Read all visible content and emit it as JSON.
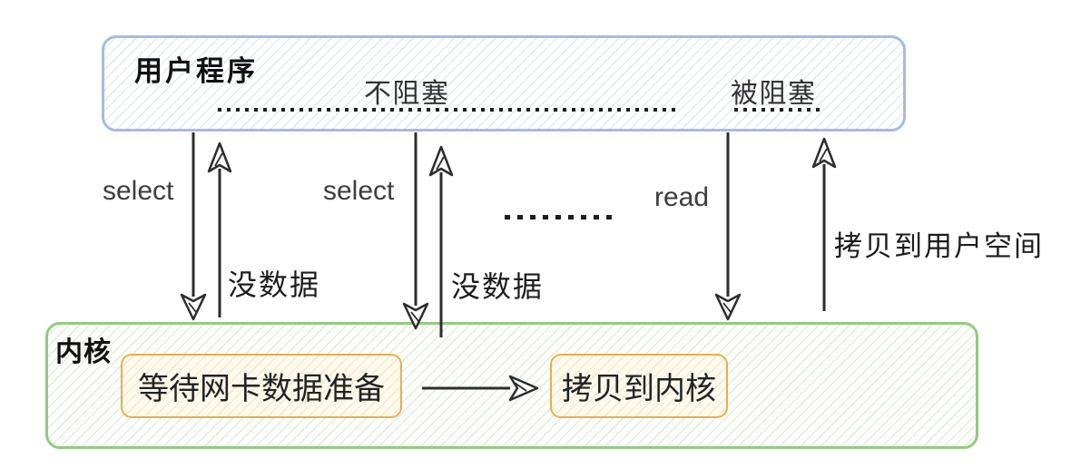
{
  "colors": {
    "blue-border": "#a3bddf",
    "blue-hatch": "rgba(164,189,223,0.30)",
    "green-border": "#94ca81",
    "green-hatch": "rgba(146,190,132,0.25)",
    "yellow-border": "#e7af4a",
    "yellow-bg": "#fdf9ee",
    "yellow-hatch": "rgba(226,198,138,0.30)",
    "ink": "#2d2d2d"
  },
  "user_space": {
    "title": "用户程序",
    "non_blocking_label": "不阻塞",
    "blocked_label": "被阻塞"
  },
  "kernel": {
    "title": "内核",
    "wait_box_label": "等待网卡数据准备",
    "copy_box_label": "拷贝到内核"
  },
  "calls": {
    "select_1": "select",
    "select_2": "select",
    "read": "read",
    "no_data_1": "没数据",
    "no_data_2": "没数据",
    "copy_to_user_space": "拷贝到用户空间"
  }
}
